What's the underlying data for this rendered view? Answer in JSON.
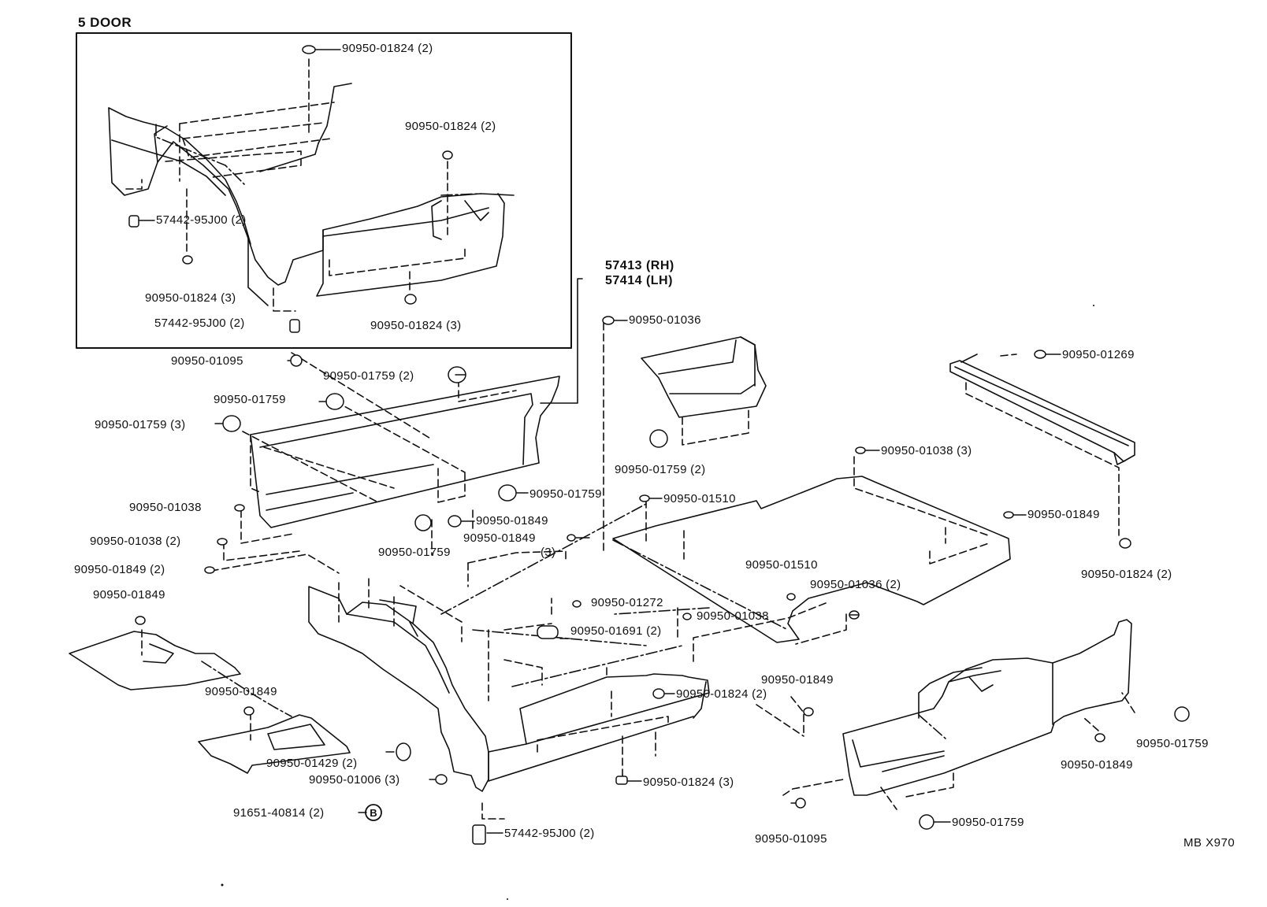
{
  "inset": {
    "title": "5 DOOR"
  },
  "assembly": {
    "rh": "57413 (RH)",
    "lh": "57414 (LH)"
  },
  "reference": "MB X970",
  "labels": [
    {
      "id": "l01",
      "text": "90950-01824 (2)"
    },
    {
      "id": "l02",
      "text": "90950-01824 (2)"
    },
    {
      "id": "l03",
      "text": "57442-95J00 (2)"
    },
    {
      "id": "l04",
      "text": "90950-01824 (3)"
    },
    {
      "id": "l05",
      "text": "57442-95J00 (2)"
    },
    {
      "id": "l06",
      "text": "90950-01824 (3)"
    },
    {
      "id": "l07",
      "text": "90950-01036"
    },
    {
      "id": "l08",
      "text": "90950-01095"
    },
    {
      "id": "l09",
      "text": "90950-01759 (2)"
    },
    {
      "id": "l10",
      "text": "90950-01759"
    },
    {
      "id": "l11",
      "text": "90950-01759 (3)"
    },
    {
      "id": "l12",
      "text": "90950-01269"
    },
    {
      "id": "l13",
      "text": "90950-01759 (2)"
    },
    {
      "id": "l14",
      "text": "90950-01038 (3)"
    },
    {
      "id": "l15",
      "text": "90950-01759"
    },
    {
      "id": "l16",
      "text": "90950-01510"
    },
    {
      "id": "l17",
      "text": "90950-01038"
    },
    {
      "id": "l18",
      "text": "90950-01849"
    },
    {
      "id": "l19",
      "text": "90950-01849"
    },
    {
      "id": "l20",
      "text": "90950-01038 (2)"
    },
    {
      "id": "l21",
      "text": "90950-01849"
    },
    {
      "id": "l22",
      "text": "(3)"
    },
    {
      "id": "l23",
      "text": "90950-01759"
    },
    {
      "id": "l24",
      "text": "90950-01849 (2)"
    },
    {
      "id": "l25",
      "text": "90950-01824 (2)"
    },
    {
      "id": "l26",
      "text": "90950-01510"
    },
    {
      "id": "l27",
      "text": "90950-01849"
    },
    {
      "id": "l28",
      "text": "90950-01036 (2)"
    },
    {
      "id": "l29",
      "text": "90950-01272"
    },
    {
      "id": "l30",
      "text": "90950-01691 (2)"
    },
    {
      "id": "l31",
      "text": "90950-01038"
    },
    {
      "id": "l32",
      "text": "90950-01849"
    },
    {
      "id": "l33",
      "text": "90950-01849"
    },
    {
      "id": "l34",
      "text": "90950-01824 (2)"
    },
    {
      "id": "l35",
      "text": "90950-01429 (2)"
    },
    {
      "id": "l36",
      "text": "90950-01006 (3)"
    },
    {
      "id": "l37",
      "text": "90950-01824 (3)"
    },
    {
      "id": "l38",
      "text": "91651-40814 (2)"
    },
    {
      "id": "l39",
      "text": "57442-95J00 (2)"
    },
    {
      "id": "l40",
      "text": "90950-01095"
    },
    {
      "id": "l41",
      "text": "90950-01759"
    },
    {
      "id": "l42",
      "text": "90950-01849"
    },
    {
      "id": "l43",
      "text": "90950-01759"
    }
  ],
  "marker_b": "B"
}
